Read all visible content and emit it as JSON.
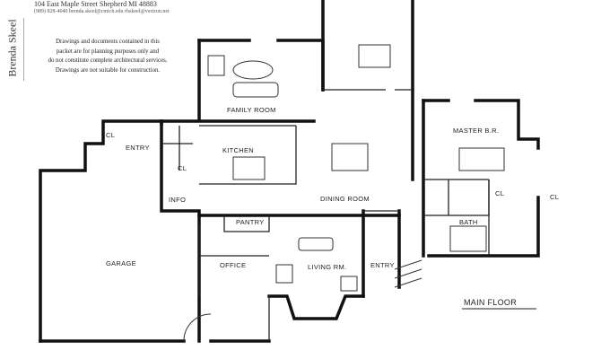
{
  "header": {
    "firm_name": "Brenda Skeel",
    "address": "104 East Maple Street    Shepherd   MI    48883",
    "contact": "(989) 828-4040   brenda.skeel@cmich.edu   rbskeel@verizon.net"
  },
  "disclaimer": [
    "Drawings and documents contained in this",
    "packet are for planning purposes only and",
    "do not constitute complete architectural services.",
    "Drawings are not suitable for construction."
  ],
  "rooms": {
    "family_room": "FAMILY ROOM",
    "kitchen": "KITCHEN",
    "entry_left": "ENTRY",
    "cl_left_top": "CL",
    "cl_left": "CL",
    "info": "INFO",
    "pantry": "PANTRY",
    "dining_room": "DINING ROOM",
    "master_br": "MASTER B.R.",
    "bath": "BATH",
    "cl_master": "CL",
    "cl_master_right": "CL",
    "garage": "GARAGE",
    "office": "OFFICE",
    "living_room": "LIVING RM.",
    "entry_front": "ENTRY"
  },
  "plan_title": "MAIN FLOOR"
}
